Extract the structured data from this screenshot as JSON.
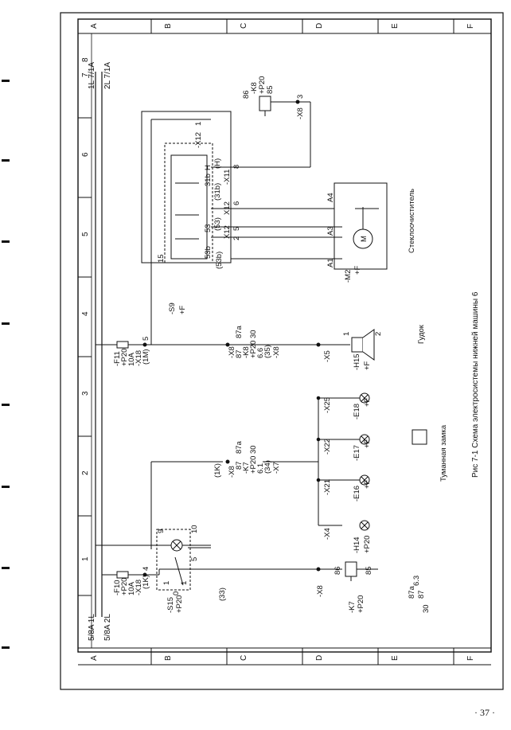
{
  "page": {
    "number": "· 37 ·"
  },
  "figure": {
    "caption": "Рис 7-1 Схема электросистемы нижней машины  6",
    "labels": {
      "wiper": "Стеклоочиститель",
      "horn": "Гудок",
      "fog": "Туманная замка"
    }
  },
  "frame": {
    "rows_top": [
      "A",
      "B",
      "C",
      "D",
      "E",
      "F"
    ],
    "rows_bottom": [
      "A",
      "B",
      "C",
      "D",
      "E",
      "F"
    ],
    "columns": [
      "1",
      "2",
      "3",
      "4",
      "5",
      "6",
      "7",
      "8"
    ]
  },
  "buses": {
    "top_1": "1L 7/1A",
    "top_2": "2L 7/1A",
    "bottom_1": "5/8A 1L",
    "bottom_2": "5/8A 2L"
  },
  "components": {
    "f10": [
      "-F10",
      "+P20",
      "10A",
      "-X18",
      "(1K)"
    ],
    "f10_pin": "4",
    "s15": [
      "-S15",
      "+P20"
    ],
    "s15_pins": [
      "1",
      "0",
      "1",
      "5"
    ],
    "s15_pins2": [
      "9",
      "10"
    ],
    "wire_33": "(33)",
    "x8_1": "-X8",
    "k7": [
      "-K7",
      "+P20"
    ],
    "k7_pins": [
      "86",
      "85"
    ],
    "k7_contacts": [
      "30",
      "87a",
      "87",
      "6.3"
    ],
    "x4": "-X4",
    "h14": [
      "-H14",
      "+P20"
    ],
    "x8_k7": [
      "(1K)",
      "-X8",
      "87",
      "-K7",
      "+P20",
      "6.1",
      "(34)",
      "-X7"
    ],
    "x8_k7_contacts": [
      "87a",
      "30"
    ],
    "fog_lamps": [
      {
        "x": "-X21",
        "e": "-E16",
        "f": "+F"
      },
      {
        "x": "-X22",
        "e": "-E17",
        "f": "+F"
      },
      {
        "x": "-X25",
        "e": "-E18",
        "f": "+F"
      }
    ],
    "f11": [
      "-F11",
      "+P20",
      "10A",
      "-X18",
      "(1M)"
    ],
    "f11_pin": "5",
    "x8_k8": [
      "-X8",
      "87",
      "-K8",
      "+P20",
      "6.6",
      "(35)",
      "-X8"
    ],
    "x8_k8_contacts": [
      "87a",
      "30"
    ],
    "h15": [
      "-X5",
      "-H15",
      "+F"
    ],
    "h15_pins": [
      "1",
      "2"
    ],
    "s9": [
      "-S9",
      "+F"
    ],
    "s9_wires": [
      "15",
      "(53b)",
      "53b",
      "53",
      "(53)",
      "(31b)",
      "31b",
      "H",
      "(H)"
    ],
    "x12": [
      "-X12",
      "X12",
      "X12",
      "-X11"
    ],
    "x12_pins": [
      "1",
      "2",
      "5",
      "6",
      "8"
    ],
    "m2": [
      "-M2",
      "+F"
    ],
    "m2_pins": [
      "A1",
      "A3",
      "A4"
    ],
    "m2_symbol": "M",
    "k8": [
      "86",
      "-K8",
      "+P20",
      "85",
      "-X8"
    ],
    "k8_pin": "3"
  }
}
